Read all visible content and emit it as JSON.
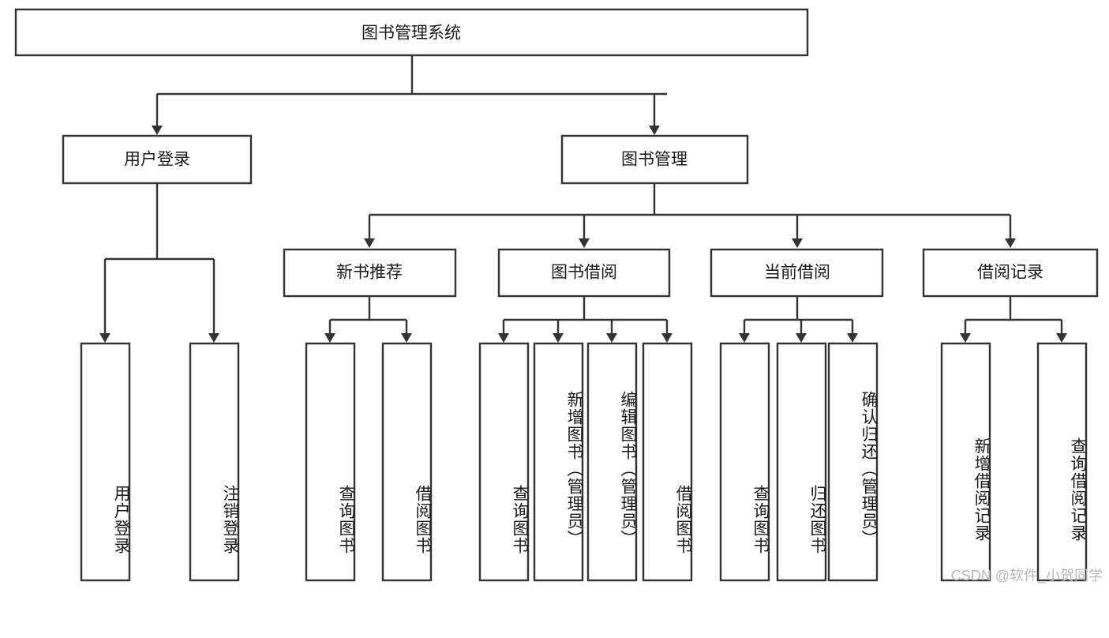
{
  "diagram": {
    "title": "图书管理系统",
    "watermark": "CSDN @软件_小贺同学",
    "root": {
      "label": "图书管理系统"
    },
    "level2": [
      {
        "id": "user-login",
        "label": "用户登录"
      },
      {
        "id": "book-manage",
        "label": "图书管理"
      }
    ],
    "level3": [
      {
        "id": "new-book-recommend",
        "label": "新书推荐"
      },
      {
        "id": "book-borrow",
        "label": "图书借阅"
      },
      {
        "id": "current-borrow",
        "label": "当前借阅"
      },
      {
        "id": "borrow-record",
        "label": "借阅记录"
      }
    ],
    "leaves": {
      "user_login": [
        {
          "id": "leaf-user-login",
          "label": "用户登录"
        },
        {
          "id": "leaf-logout",
          "label": "注销登录"
        }
      ],
      "new_book_recommend": [
        {
          "id": "leaf-query-book-1",
          "label": "查询图书"
        },
        {
          "id": "leaf-borrow-book-1",
          "label": "借阅图书"
        }
      ],
      "book_borrow": [
        {
          "id": "leaf-query-book-2",
          "label": "查询图书"
        },
        {
          "id": "leaf-add-book",
          "label": "新增图书（管理员）"
        },
        {
          "id": "leaf-edit-book",
          "label": "编辑图书（管理员）"
        },
        {
          "id": "leaf-borrow-book-2",
          "label": "借阅图书"
        }
      ],
      "current_borrow": [
        {
          "id": "leaf-query-book-3",
          "label": "查询图书"
        },
        {
          "id": "leaf-return-book",
          "label": "归还图书"
        },
        {
          "id": "leaf-confirm-return",
          "label": "确认归还（管理员）"
        }
      ],
      "borrow_record": [
        {
          "id": "leaf-add-record",
          "label": "新增借阅记录"
        },
        {
          "id": "leaf-query-record",
          "label": "查询借阅记录"
        }
      ]
    },
    "colors": {
      "stroke": "#333333",
      "fill": "#ffffff",
      "text": "#1a1a1a",
      "watermark": "#b8b8b8"
    }
  }
}
